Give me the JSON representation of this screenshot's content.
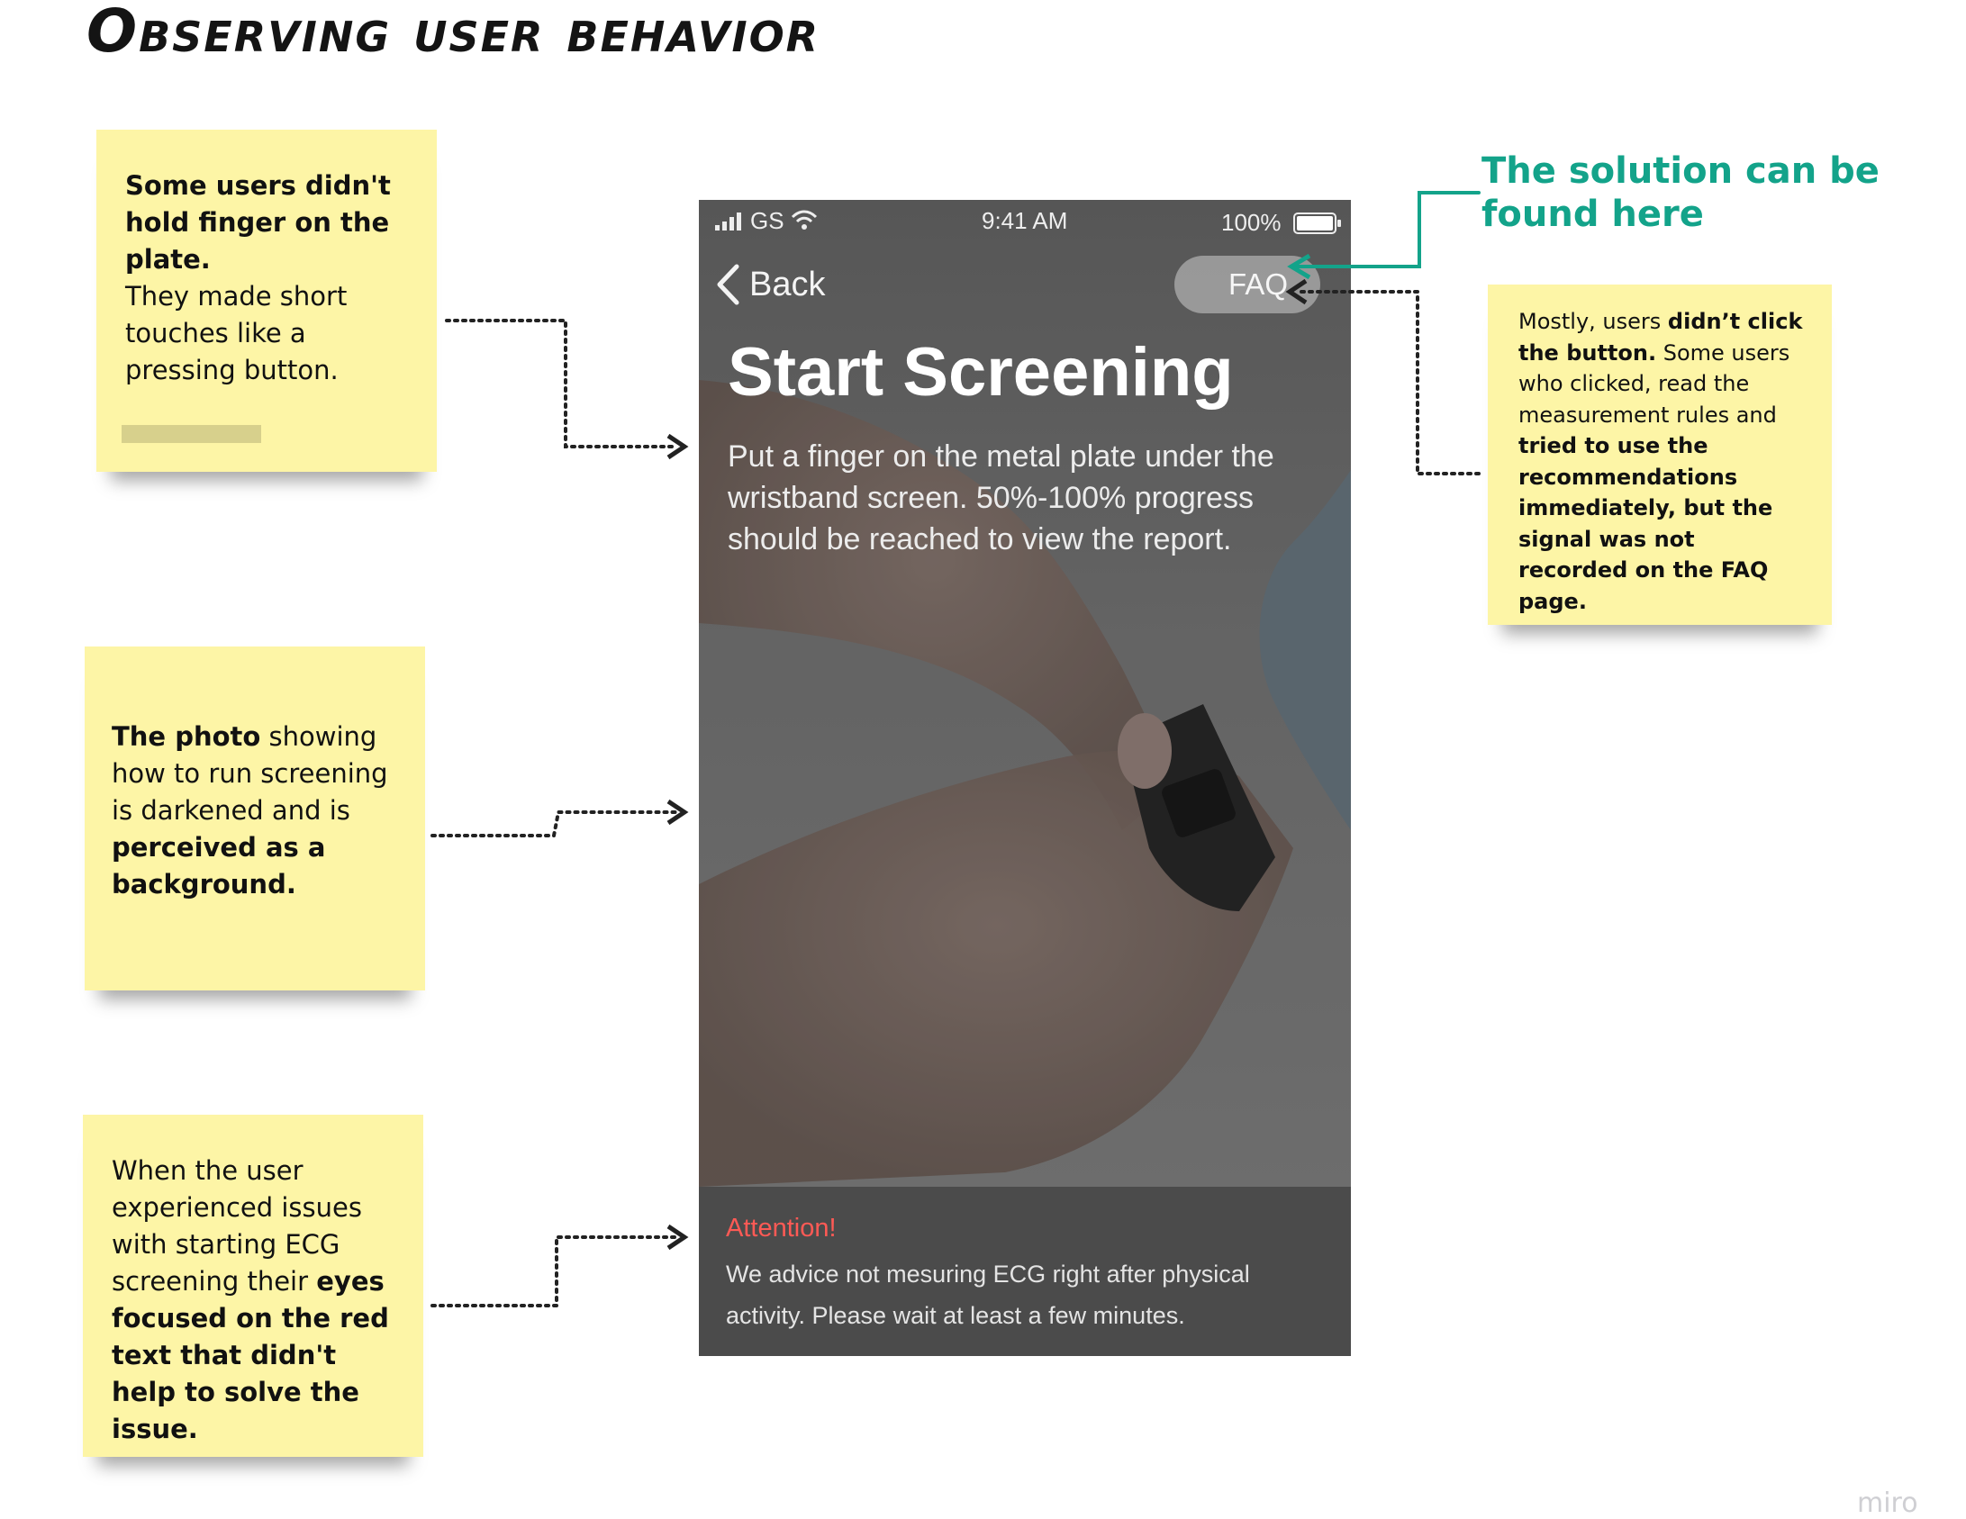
{
  "title": "Observing user behavior",
  "notes": {
    "hold_finger": {
      "bold": "Some users didn't hold finger on the plate.",
      "text": "They made short touches like a pressing button."
    },
    "photo": {
      "bold1": "The photo",
      "text1": " showing how to run screening is darkened and is ",
      "bold2": "perceived as a background."
    },
    "red_text": {
      "text1": "When the user experienced issues with starting ECG screening their ",
      "bold1": "eyes focused on the red text that didn't help to solve the issue."
    },
    "faq": {
      "text1": "Mostly, users ",
      "bold1": "didn’t click the button.",
      "text2": " Some users who clicked, read the measurement rules and ",
      "bold2": "tried to use the recommendations immediately, but the signal was not recorded on the FAQ page."
    }
  },
  "solution_label": {
    "line1": "The solution can be",
    "line2": "found here"
  },
  "phone": {
    "status": {
      "carrier": "GS",
      "time": "9:41 AM",
      "battery": "100%"
    },
    "back_label": "Back",
    "faq_label": "FAQ",
    "screen_title": "Start Screening",
    "description": "Put a finger on the metal plate under the wristband screen. 50%-100% progress should be reached to view the report.",
    "attention_title": "Attention!",
    "attention_text": "We advice not mesuring ECG right after physical activity. Please wait at least a few minutes."
  },
  "watermark": "miro",
  "colors": {
    "sticky": "#fdf5a6",
    "solution_green": "#13a38a",
    "attention_red": "#ff5a55"
  }
}
